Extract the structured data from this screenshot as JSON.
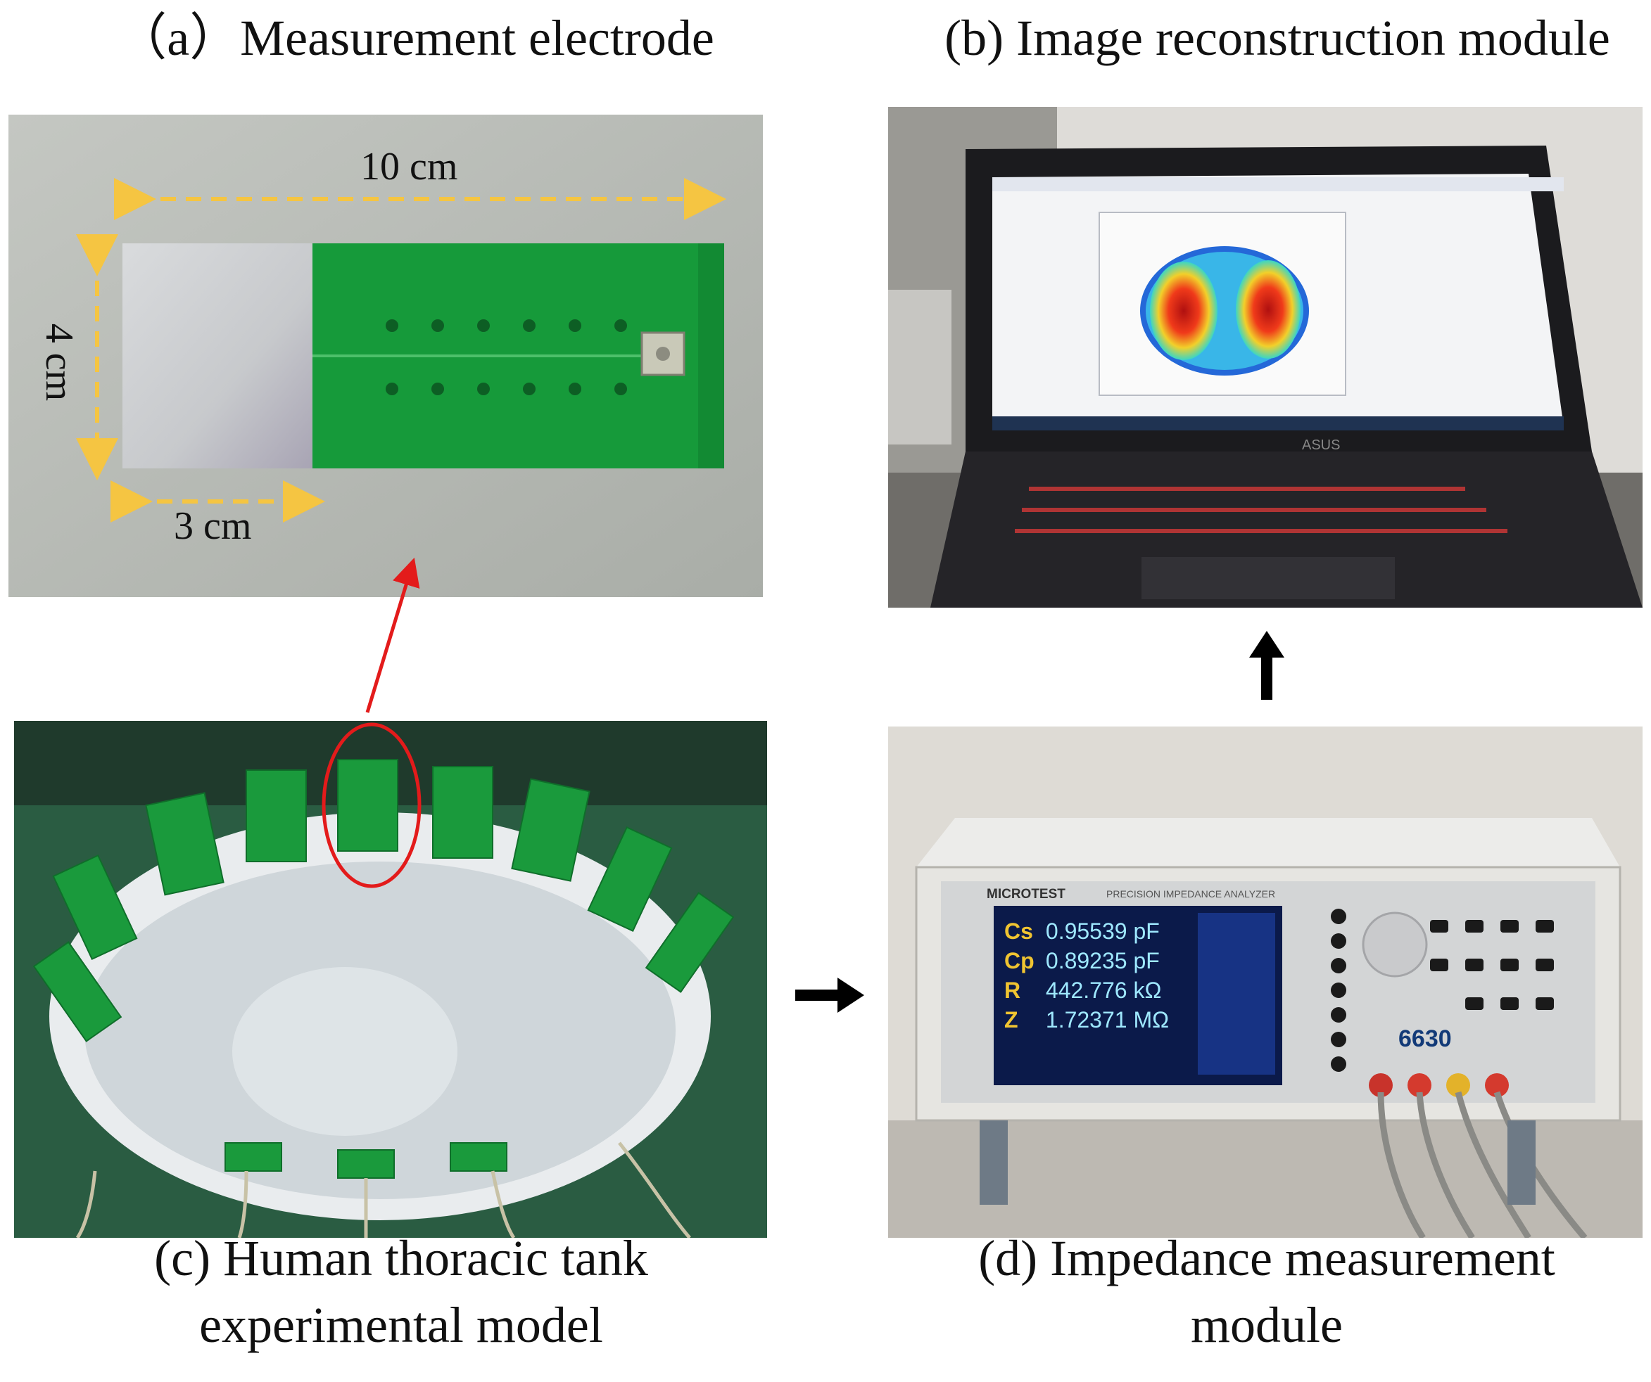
{
  "captions": {
    "a": "（a）Measurement electrode",
    "b": "(b) Image reconstruction module",
    "c_line1": "(c) Human thoracic tank",
    "c_line2": "experimental model",
    "d_line1": "(d) Impedance measurement",
    "d_line2": "module"
  },
  "electrode": {
    "length_label": "10 cm",
    "width_label": "4 cm",
    "pad_label": "3 cm"
  },
  "laptop": {
    "brand": "ASUS"
  },
  "analyzer": {
    "brand": "MICROTEST",
    "model_title": "PRECISION IMPEDANCE ANALYZER",
    "model_number": "6630",
    "readings": [
      {
        "param": "Cs",
        "value": "0.95539 pF"
      },
      {
        "param": "Cp",
        "value": "0.89235 pF"
      },
      {
        "param": "R",
        "value": "442.776 kΩ"
      },
      {
        "param": "Z",
        "value": "1.72371 MΩ"
      }
    ]
  },
  "colors": {
    "pcb_green": "#169a3a",
    "dim_arrow": "#f5c542",
    "pointer_red": "#e31b1b"
  }
}
